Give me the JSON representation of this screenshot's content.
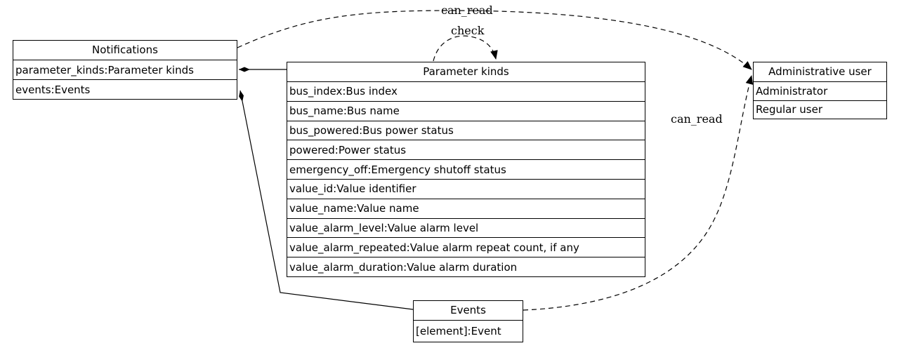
{
  "diagram": {
    "colors": {
      "line": "#000000",
      "background": "#ffffff",
      "box_fill": "#ffffff"
    },
    "nodes": {
      "notifications": {
        "title": "Notifications",
        "rows": [
          "parameter_kinds:Parameter kinds",
          "events:Events"
        ]
      },
      "parameter_kinds": {
        "title": "Parameter kinds",
        "rows": [
          "bus_index:Bus index",
          "bus_name:Bus name",
          "bus_powered:Bus power status",
          "powered:Power status",
          "emergency_off:Emergency shutoff status",
          "value_id:Value identifier",
          "value_name:Value name",
          "value_alarm_level:Value alarm level",
          "value_alarm_repeated:Value alarm repeat count, if any",
          "value_alarm_duration:Value alarm duration"
        ]
      },
      "administrative_user": {
        "title": "Administrative user",
        "rows": [
          "Administrator",
          "Regular user"
        ]
      },
      "events": {
        "title": "Events",
        "rows": [
          "[element]:Event"
        ]
      }
    },
    "edges": {
      "can_read_top": {
        "label": "can_read",
        "from": "Notifications",
        "to": "Administrative user",
        "style": "dashed-arrow"
      },
      "check": {
        "label": "check",
        "from": "Parameter kinds",
        "to": "Parameter kinds",
        "style": "dashed-arrow-selfloop"
      },
      "can_read_bottom": {
        "label": "can_read",
        "from": "Events",
        "to": "Administrative user",
        "style": "dashed-arrow"
      },
      "notifications_parameter_kinds": {
        "label": "",
        "from": "Notifications",
        "to": "Parameter kinds",
        "style": "solid-diamond"
      },
      "notifications_events": {
        "label": "",
        "from": "Notifications",
        "to": "Events",
        "style": "solid-diamond"
      }
    }
  }
}
